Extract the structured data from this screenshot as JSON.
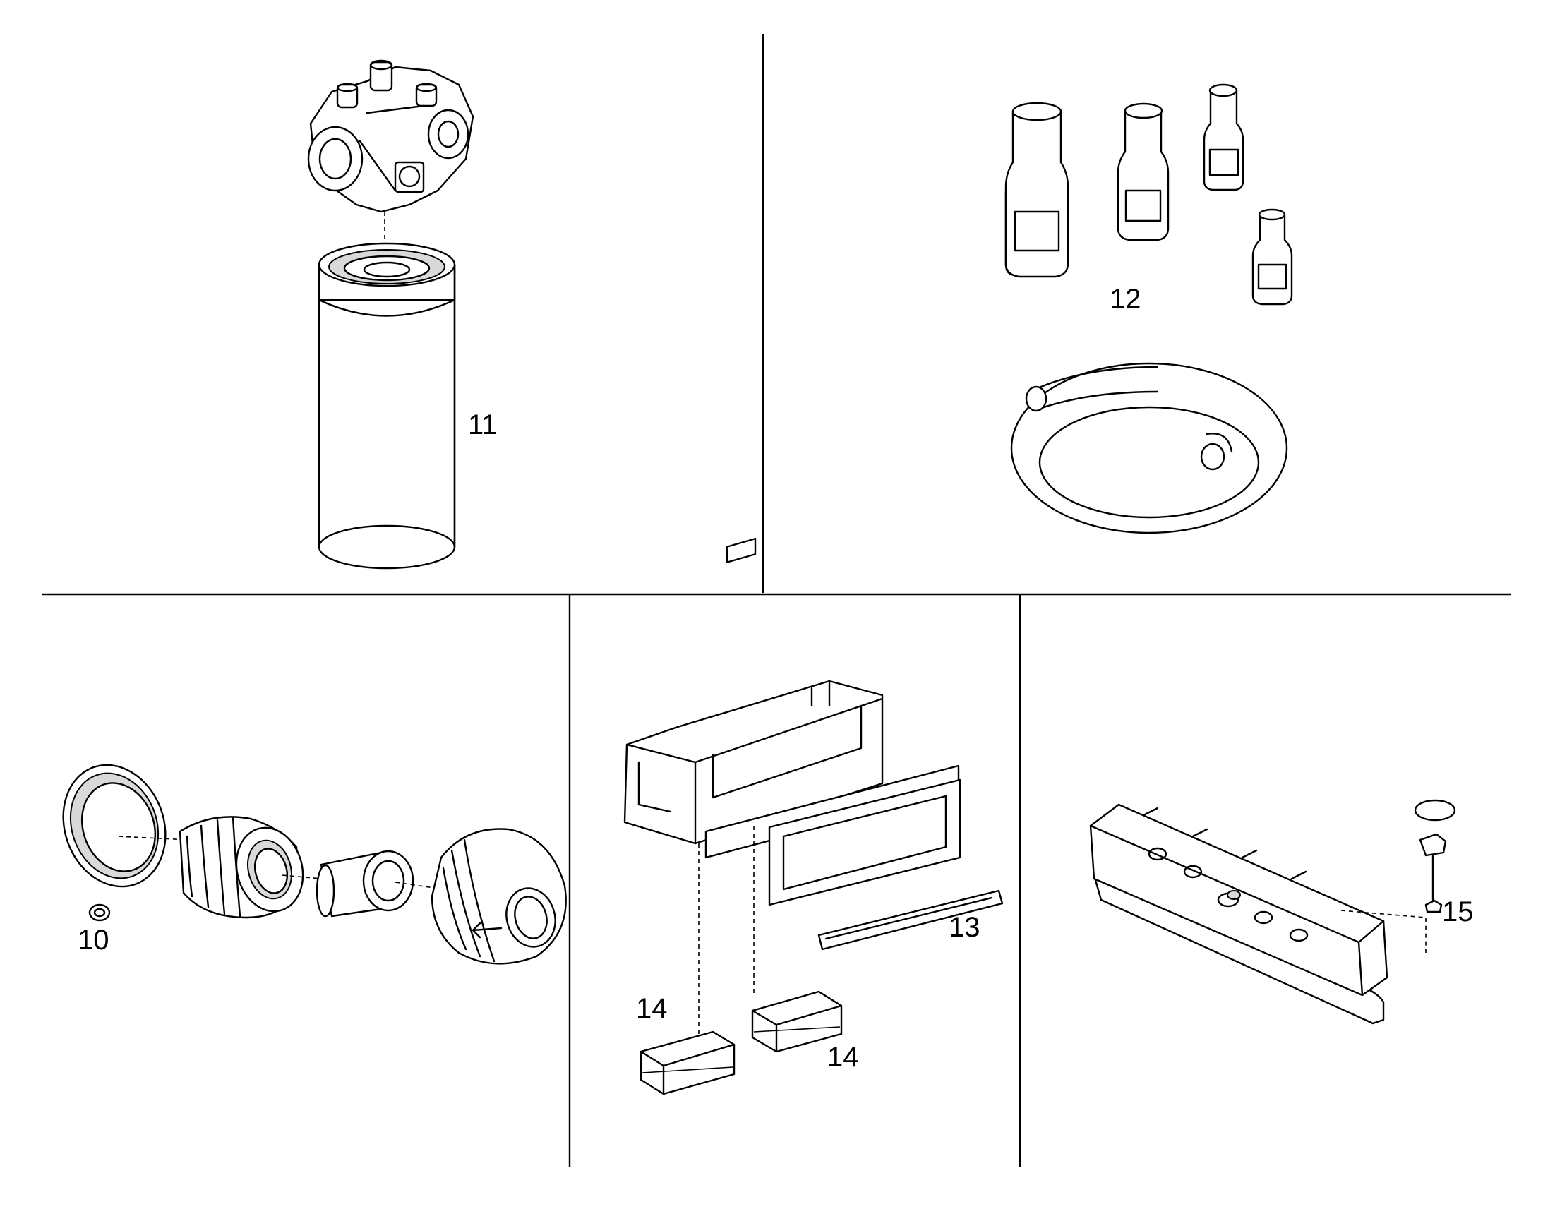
{
  "callouts": {
    "c10": "10",
    "c11": "11",
    "c12": "12",
    "c13": "13",
    "c14a": "14",
    "c14b": "14",
    "c15": "15"
  }
}
